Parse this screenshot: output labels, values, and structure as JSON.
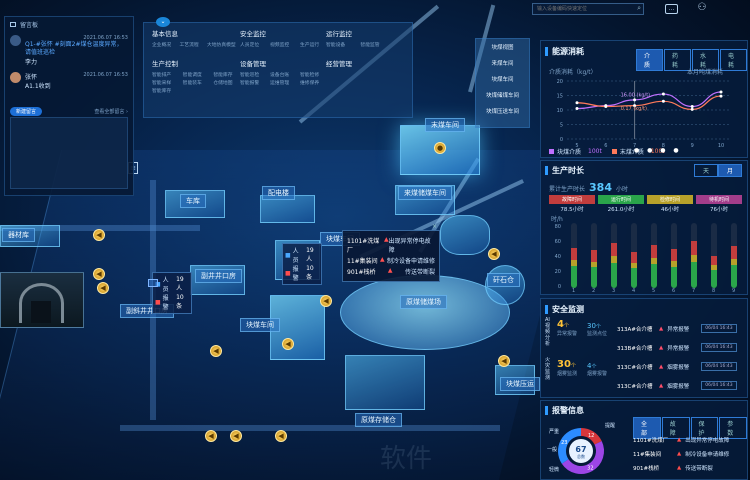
{
  "header": {
    "search_placeholder": "输入设备编码快速定位"
  },
  "messages": {
    "title": "留言板",
    "items": [
      {
        "date": "2021.06.07 16:53",
        "text": "Q1-#张怀 #刻面2#煤仓温度异常，请值班巡检",
        "tag": "李力"
      },
      {
        "date": "2021.06.07 16:53",
        "text": "张怀",
        "tag": "A1.1收到"
      }
    ],
    "reply_btn": "新建留言",
    "view_all": "查看全部留言 ›"
  },
  "menu": {
    "sections": [
      {
        "title": "基本信息",
        "items": [
          "企业概况",
          "工艺流程",
          "大地仿真模型"
        ]
      },
      {
        "title": "安全监控",
        "items": [
          "人员定位",
          "视频监控",
          "生产运行"
        ]
      },
      {
        "title": "运行监控",
        "items": [
          "智能设备",
          "智能监管"
        ]
      },
      {
        "title": "生产控制",
        "items": [
          "智能排产",
          "智能调度",
          "智能库存",
          "智能采样",
          "智能装车",
          "仓储地图",
          "智能库存"
        ]
      },
      {
        "title": "设备管理",
        "items": [
          "智能巡检",
          "设备台账",
          "智能检修",
          "智能报警",
          "运维管理",
          "维修保养"
        ]
      },
      {
        "title": "经营管理",
        "items": []
      }
    ]
  },
  "route_panel": {
    "items": [
      "块煤视图",
      "来煤车间",
      "块煤车间",
      "块煤储煤车间",
      "块煤压送车间"
    ]
  },
  "map": {
    "labels": [
      "末煤车间",
      "配电楼",
      "车库",
      "来煤储煤车间",
      "器材库",
      "块煤车间",
      "副井井口房",
      "副斜井井口房",
      "块煤车间",
      "原煤储煤场",
      "矸石仓",
      "原煤存储仓",
      "块煤压运"
    ],
    "popup1": {
      "rows": [
        {
          "name": "人员",
          "val": "19人"
        },
        {
          "name": "报警",
          "val": "10条"
        }
      ]
    },
    "popup2": {
      "rows": [
        {
          "name": "人员",
          "val": "19人"
        },
        {
          "name": "报警",
          "val": "10条"
        }
      ]
    },
    "alerts": [
      {
        "code": "1101#洗煤厂",
        "msg": "出现异常停电故障"
      },
      {
        "code": "11#集装间",
        "msg": "制冷设备申请维修"
      },
      {
        "code": "901#栈桥",
        "msg": "传送带断裂"
      }
    ],
    "watermark": "软件"
  },
  "energy": {
    "title": "能源消耗",
    "tabs": [
      "介质",
      "药耗",
      "水耗",
      "电耗"
    ],
    "unit": "介质消耗（kg/t）",
    "subtitle": "本月吨煤消耗",
    "annot1": "16.00 (kg/t)",
    "annot2": "0.17 (kg/t)",
    "legend": [
      {
        "name": "块煤介质",
        "val": "100t",
        "color": "#c070ff"
      },
      {
        "name": "末煤介质",
        "val": "100t",
        "color": "#ff7a5a"
      }
    ]
  },
  "chart_data": {
    "type": "line",
    "x": [
      "5",
      "6",
      "7",
      "8",
      "9",
      "10"
    ],
    "ylim": [
      0,
      20
    ],
    "yticks": [
      0,
      5,
      10,
      15,
      20
    ],
    "series": [
      {
        "name": "块煤介质",
        "values": [
          10.5,
          11.5,
          13.5,
          15.5,
          11.2,
          16.2
        ]
      },
      {
        "name": "末煤介质",
        "values": [
          12.5,
          11.2,
          11.5,
          13.0,
          10.2,
          14.8
        ]
      }
    ]
  },
  "production": {
    "title": "生产时长",
    "tabs": [
      "天",
      "月"
    ],
    "cum_label": "累计生产时长",
    "cum_val": "384",
    "cum_unit": "小时",
    "stats": [
      {
        "name": "故障时间",
        "val": "78.5小时",
        "color": "#c23d3d"
      },
      {
        "name": "运行时间",
        "val": "261.0小时",
        "color": "#2aa54a"
      },
      {
        "name": "检修时间",
        "val": "46小时",
        "color": "#b7a12a"
      },
      {
        "name": "待机时间",
        "val": "76小时",
        "color": "#a33d8a"
      }
    ],
    "yunit": "时/h",
    "ytick_labels": [
      "80",
      "60",
      "40",
      "20",
      "0"
    ],
    "bars": [
      0.62,
      0.58,
      0.7,
      0.55,
      0.66,
      0.6,
      0.72,
      0.5,
      0.64
    ],
    "xtick_labels": [
      "1",
      "2",
      "3",
      "4",
      "5",
      "6",
      "7",
      "8",
      "9"
    ]
  },
  "safety": {
    "title": "安全监测",
    "rows": [
      {
        "side": "AI视频分析",
        "num": "4",
        "unit": "个",
        "sub": "异常报警",
        "num2": "30",
        "unit2": "个",
        "sub2": "监测点位"
      },
      {
        "side": "火灾监测",
        "num": "30",
        "unit": "个",
        "sub": "烟雾监测",
        "num2": "4",
        "unit2": "个",
        "sub2": "烟雾报警"
      }
    ],
    "list": [
      {
        "code": "313A#合介槽",
        "msg": "异常报警",
        "time": "06/04 16:43"
      },
      {
        "code": "313B#合介槽",
        "msg": "异常报警",
        "time": "06/04 16:43"
      },
      {
        "code": "313C#合介槽",
        "msg": "烟雾报警",
        "time": "06/04 16:43"
      },
      {
        "code": "313C#合介槽",
        "msg": "烟雾报警",
        "time": "06/04 16:43"
      }
    ]
  },
  "alarm": {
    "title": "报警信息",
    "tabs": [
      "全部",
      "故障",
      "保护",
      "参数"
    ],
    "donut": {
      "center": "67",
      "center_sub": "总数",
      "labels": [
        "严重",
        "一般",
        "轻微",
        "提醒"
      ],
      "segments": [
        {
          "label": "12",
          "value": 12,
          "color": "#d8363b"
        },
        {
          "label": "32",
          "value": 32,
          "color": "#9c45e6"
        },
        {
          "label": "23",
          "value": 23,
          "color": "#2c8cff"
        }
      ]
    },
    "list": [
      {
        "code": "1101#洗煤厂",
        "msg": "出现异常停电故障"
      },
      {
        "code": "11#集装间",
        "msg": "制冷设备申请维修"
      },
      {
        "code": "901#栈桥",
        "msg": "传送带断裂"
      }
    ]
  }
}
